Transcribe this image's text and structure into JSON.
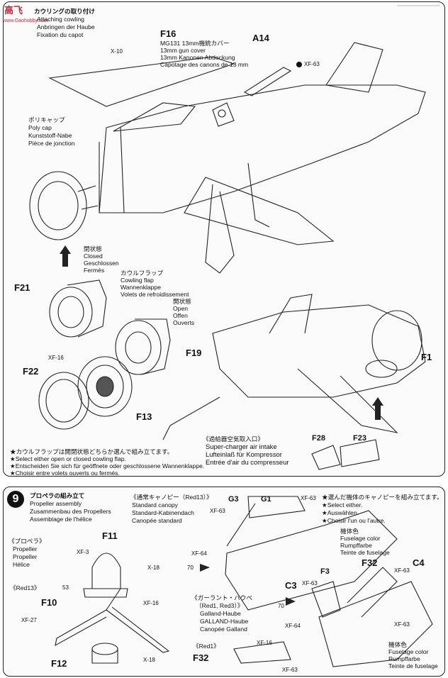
{
  "watermark": {
    "big": "高飞",
    "small": "www.Gaohobby.com"
  },
  "step8": {
    "title_lines": [
      "カウリングの取り付け",
      "Attaching cowling",
      "Anbringen der Haube",
      "Fixation du capot"
    ],
    "f16_part": "F16",
    "f16_lines": [
      "MG131 13mm機銃カバー",
      "13mm gun cover",
      "13mm Kanonen Abdeckung",
      "Capotage des canons de 13 mm"
    ],
    "a14_part": "A14",
    "paint_a14": "XF-63",
    "paint_x10": "X-10",
    "polycap_lines": [
      "ポリキャップ",
      "Poly cap",
      "Kunststoff-Nabe",
      "Pièce de jonction"
    ],
    "closed_lines": [
      "閉状態",
      "Closed",
      "Geschlossen",
      "Fermés"
    ],
    "cowlflap_lines": [
      "カウルフラップ",
      "Cowling flap",
      "Wannenklappe",
      "Volets de refroidissement"
    ],
    "open_lines": [
      "開状態",
      "Open",
      "Offen",
      "Ouverts"
    ],
    "parts": {
      "f21": "F21",
      "f19": "F19",
      "f22": "F22",
      "f13": "F13",
      "f1": "F1",
      "f28": "F28",
      "f23": "F23"
    },
    "paint_xf16": "XF-16",
    "supercharger_lines": [
      "《過給器空気取入口》",
      "Super-charger air intake",
      "Lufteinlaß für Kompressor",
      "Entrée d'air du compresseur"
    ],
    "notes": [
      "★カウルフラップは開閉状態どちらか選んで組み立てます。",
      "★Select either open or closed cowling flap.",
      "★Entscheiden Sie sich für geöffnete oder geschlossene Wannenklappe.",
      "★Choisir entre volets ouverts ou fermés."
    ]
  },
  "step9": {
    "number": "9",
    "title_lines": [
      "プロペラの組み立て",
      "Propeller assembly",
      "Zusammenbau des Propellers",
      "Assemblage de l'hélice"
    ],
    "canopy_lines": [
      "《通常キャノピー（Red13）》",
      "Standard canopy",
      "Standard-Kabinendach",
      "Canopée standard"
    ],
    "select_lines": [
      "★選んだ機体のキャノピーを組み立てます。",
      "★Select either.",
      "★Auswählen.",
      "★Choisir l'un ou l'autre."
    ],
    "propeller_lines": [
      "《プロペラ》",
      "Propeller",
      "Propeller",
      "Hélice"
    ],
    "red13": "《Red13》",
    "galland_lines": [
      "《ガーラント・ハウベ",
      "（Red1, Red3）》",
      "Galland-Haube",
      "GALLAND-Haube",
      "Canopée Galland"
    ],
    "red1": "《Red1》",
    "fuselage1": [
      "機体色",
      "Fuselage color",
      "Rumpffarbe",
      "Teinte de fuselage"
    ],
    "fuselage2": [
      "機体色",
      "Fuselage color",
      "Rumpffarbe",
      "Teinte de fuselage"
    ],
    "parts": {
      "f11": "F11",
      "f10": "F10",
      "f12": "F12",
      "g3": "G3",
      "g1": "G1",
      "c3": "C3",
      "f3": "F3",
      "f32a": "F32",
      "c4": "C4",
      "f32b": "F32"
    },
    "paints": {
      "x3": "XF-3",
      "x18a": "X-18",
      "xf16a": "XF-16",
      "xf27": "XF-27",
      "x18b": "X-18",
      "xf63a": "XF-63",
      "xf63b": "XF-63",
      "xf64a": "XF-64",
      "xf63c": "XF-63",
      "xf63d": "XF-63",
      "xf64b": "XF-64",
      "xf16b": "XF-16",
      "xf63e": "XF-63",
      "xf63f": "XF-63",
      "n70a": "70",
      "n70b": "70",
      "n53": "53"
    }
  }
}
